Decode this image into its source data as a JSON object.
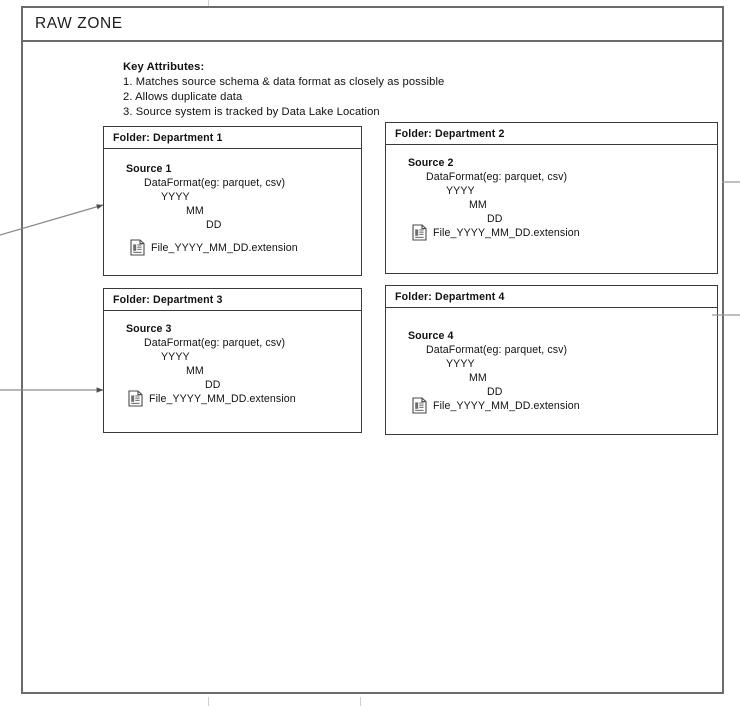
{
  "zone": {
    "title": "RAW ZONE"
  },
  "key_attributes": {
    "heading": "Key Attributes:",
    "items": [
      "1. Matches source schema & data format as closely as possible",
      "2. Allows duplicate data",
      "3. Source system is tracked by Data Lake Location"
    ]
  },
  "departments": [
    {
      "folder_label": "Folder: Department 1",
      "source_label": "Source 1",
      "data_format": "DataFormat(eg: parquet, csv)",
      "year": "YYYY",
      "month": "MM",
      "day": "DD",
      "file_name": "File_YYYY_MM_DD.extension",
      "file_icon": "document-icon"
    },
    {
      "folder_label": "Folder: Department 2",
      "source_label": "Source 2",
      "data_format": "DataFormat(eg: parquet, csv)",
      "year": "YYYY",
      "month": "MM",
      "day": "DD",
      "file_name": "File_YYYY_MM_DD.extension",
      "file_icon": "document-icon"
    },
    {
      "folder_label": "Folder: Department 3",
      "source_label": "Source 3",
      "data_format": "DataFormat(eg: parquet, csv)",
      "year": "YYYY",
      "month": "MM",
      "day": "DD",
      "file_name": "File_YYYY_MM_DD.extension",
      "file_icon": "document-icon"
    },
    {
      "folder_label": "Folder: Department 4",
      "source_label": "Source 4",
      "data_format": "DataFormat(eg: parquet, csv)",
      "year": "YYYY",
      "month": "MM",
      "day": "DD",
      "file_name": "File_YYYY_MM_DD.extension",
      "file_icon": "document-icon"
    }
  ],
  "colors": {
    "frame_border": "#6b6b6b",
    "box_border": "#3a3a3a",
    "connector": "#8a8a8a",
    "text": "#111111",
    "background": "#ffffff"
  }
}
